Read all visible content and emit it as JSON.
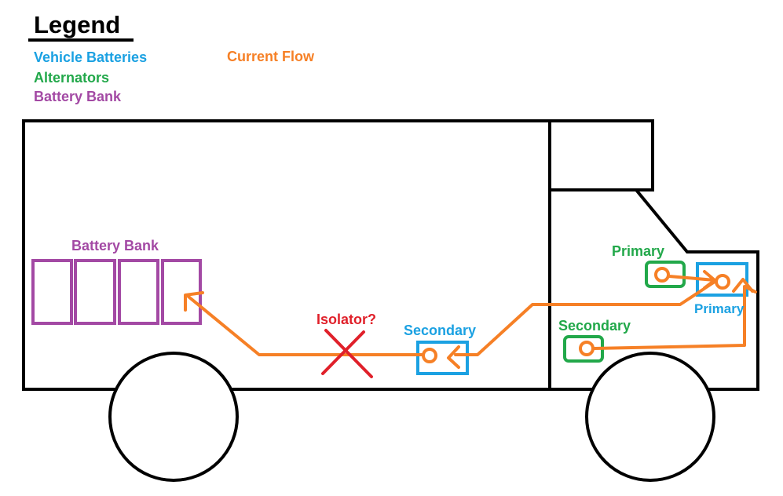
{
  "legend": {
    "title": "Legend",
    "entries": [
      {
        "label": "Vehicle Batteries",
        "color": "#1ba1e2"
      },
      {
        "label": "Alternators",
        "color": "#22a84a"
      },
      {
        "label": "Battery Bank",
        "color": "#a349a4"
      },
      {
        "label": "Current Flow",
        "color": "#f68026"
      }
    ]
  },
  "labels": {
    "battery_bank": "Battery Bank",
    "isolator": "Isolator?",
    "secondary_battery_body": "Secondary",
    "primary_alternator": "Primary",
    "primary_battery": "Primary",
    "secondary_alternator": "Secondary"
  },
  "colors": {
    "vehicle_battery": "#1ba1e2",
    "alternator": "#22a84a",
    "battery_bank": "#a349a4",
    "current_flow": "#f68026",
    "isolator": "#e0202a",
    "outline": "#000000"
  }
}
